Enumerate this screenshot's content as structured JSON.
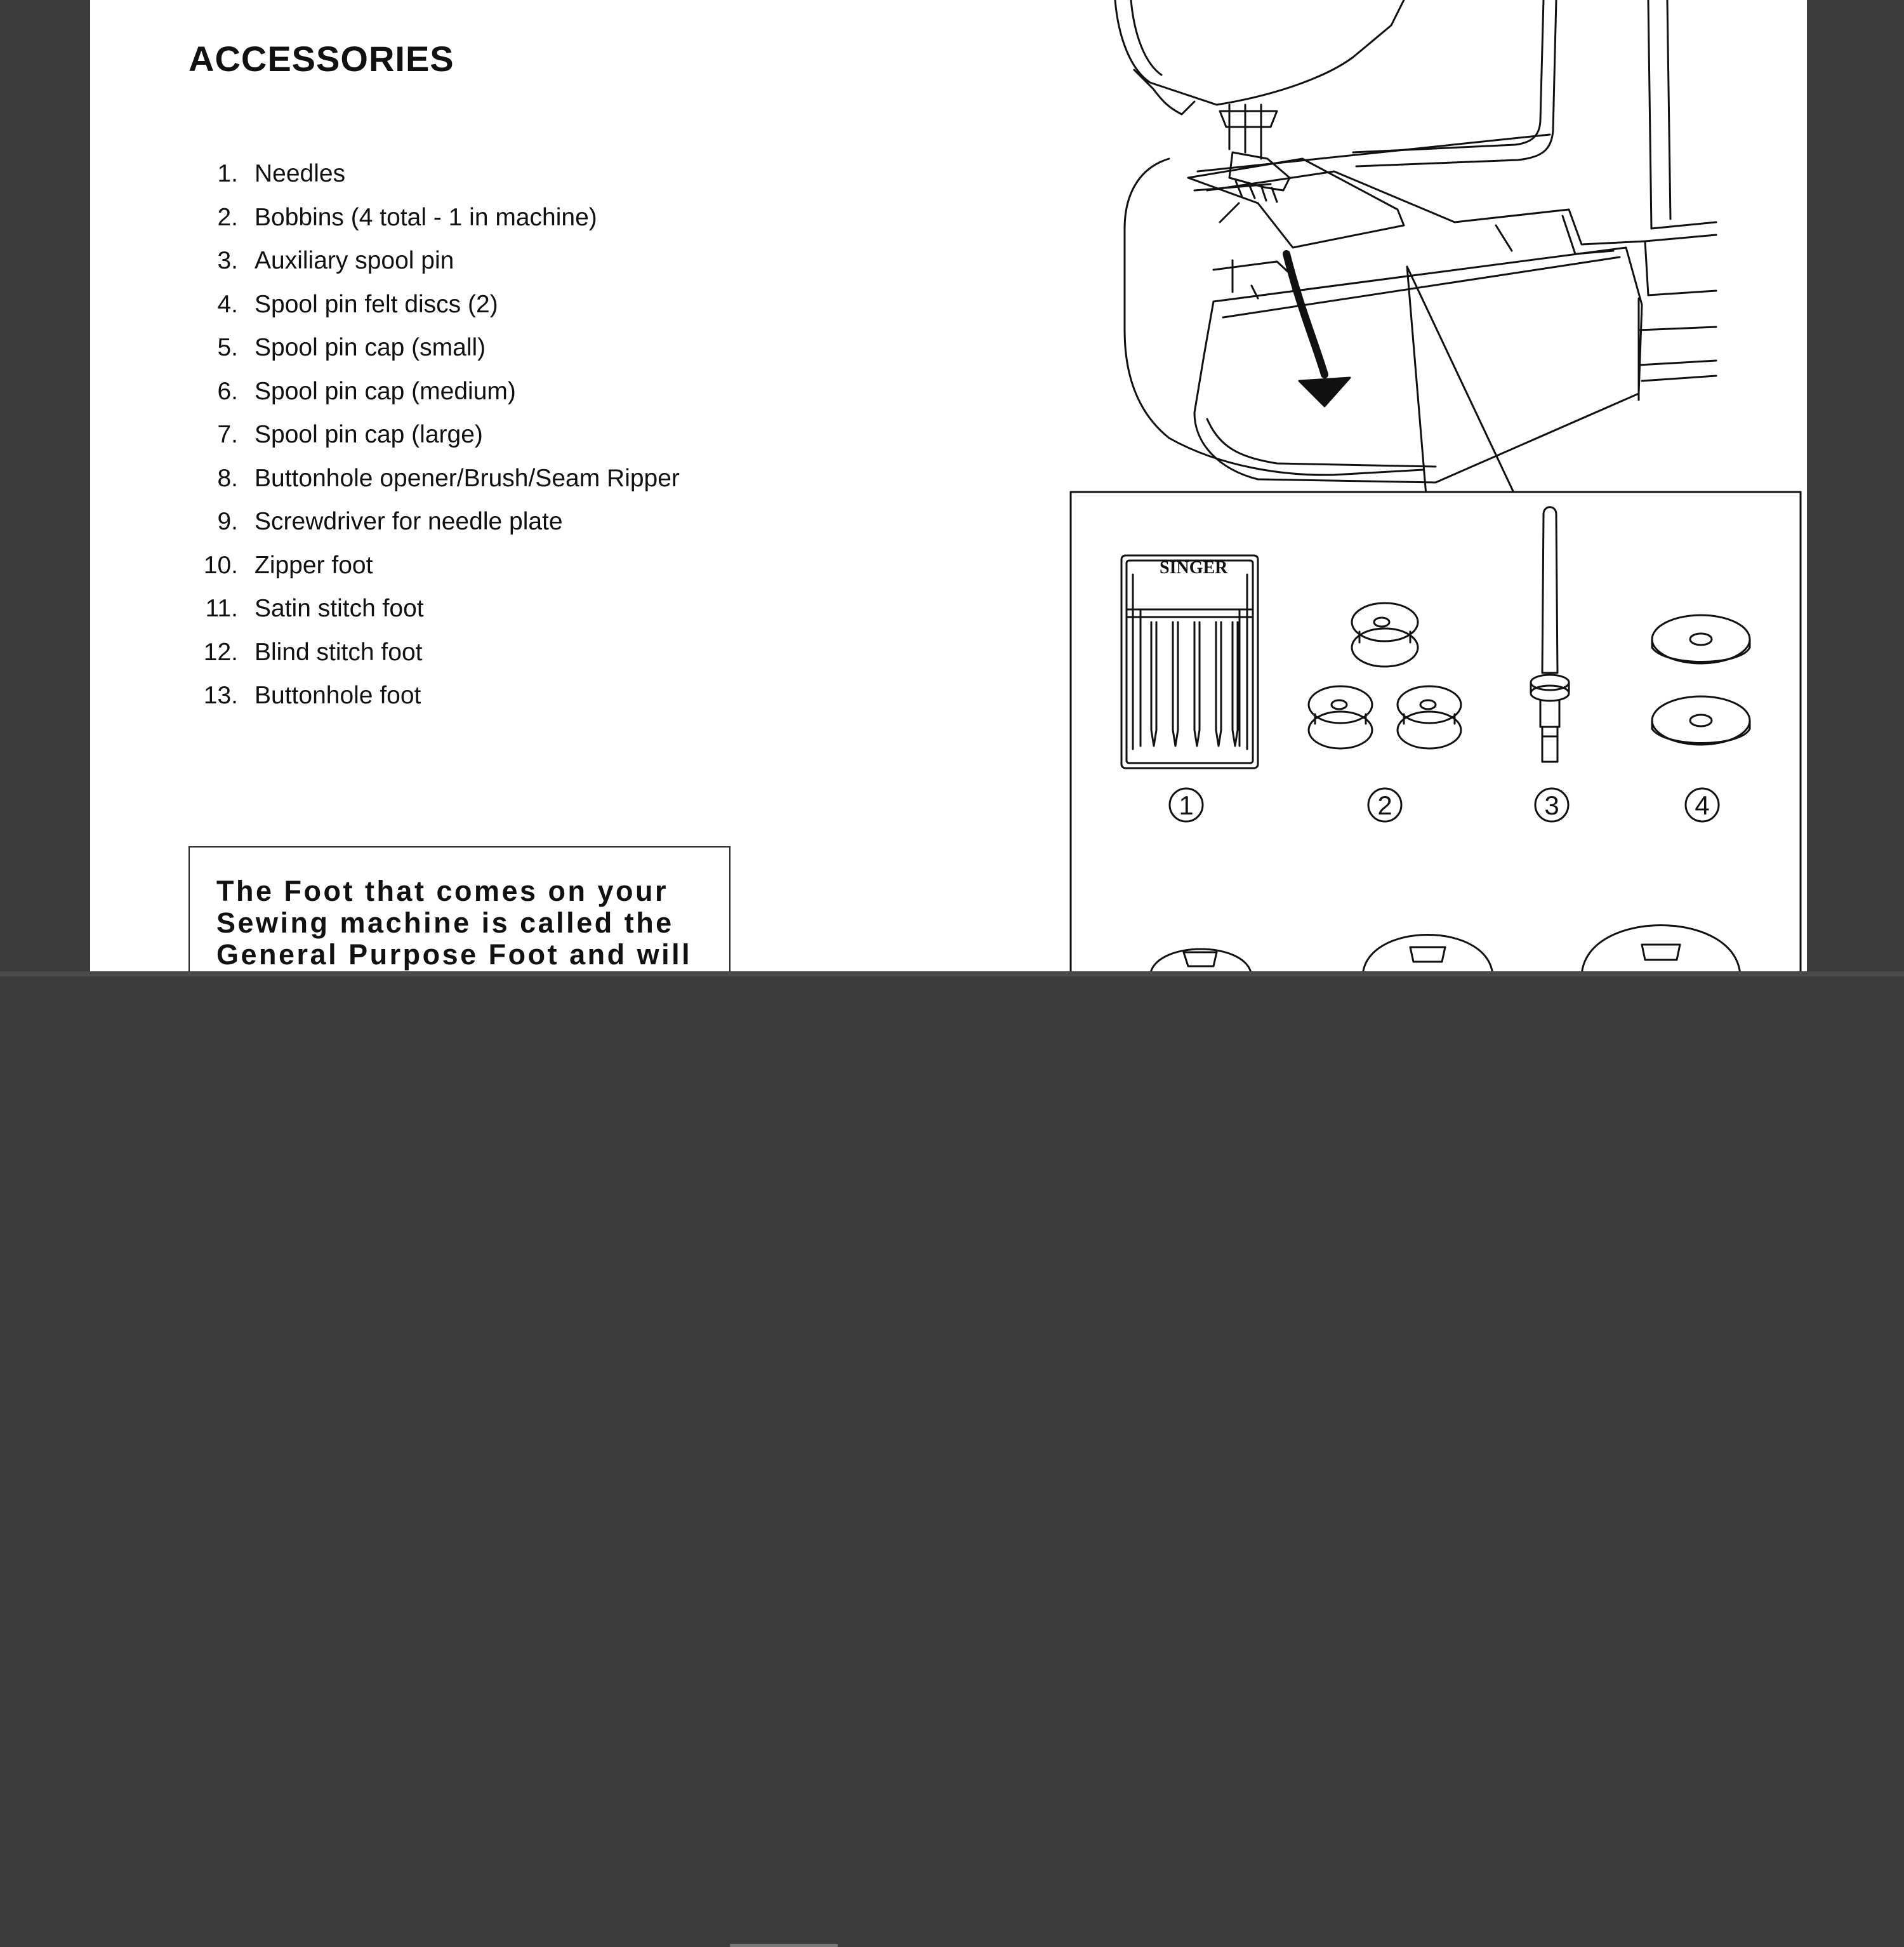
{
  "heading": "ACCESSORIES",
  "items": [
    {
      "num": "1.",
      "label": "Needles"
    },
    {
      "num": "2.",
      "label": "Bobbins (4 total - 1 in machine)"
    },
    {
      "num": "3.",
      "label": "Auxiliary spool pin"
    },
    {
      "num": "4.",
      "label": "Spool pin felt discs (2)"
    },
    {
      "num": "5.",
      "label": "Spool pin cap (small)"
    },
    {
      "num": "6.",
      "label": "Spool pin cap (medium)"
    },
    {
      "num": "7.",
      "label": "Spool pin cap (large)"
    },
    {
      "num": "8.",
      "label": "Buttonhole opener/Brush/Seam Ripper"
    },
    {
      "num": "9.",
      "label": "Screwdriver for needle plate"
    },
    {
      "num": "10.",
      "label": "Zipper foot"
    },
    {
      "num": "11.",
      "label": "Satin stitch foot"
    },
    {
      "num": "12.",
      "label": "Blind stitch foot"
    },
    {
      "num": "13.",
      "label": "Buttonhole foot"
    }
  ],
  "notice": {
    "lines": [
      "The Foot that comes on your",
      "Sewing machine is called the",
      "General Purpose Foot and will"
    ]
  },
  "illustration": {
    "brand_label": "SINGER",
    "callouts": [
      "1",
      "2",
      "3",
      "4"
    ]
  }
}
